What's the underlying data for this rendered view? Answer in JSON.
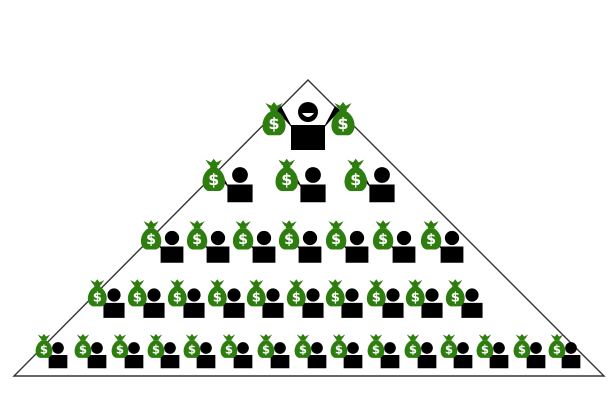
{
  "colors": {
    "outline": "#333333",
    "figure": "#000000",
    "bag": "#2e7d0f",
    "background": "#ffffff"
  },
  "icons": {
    "bag": "money-bag-icon",
    "bag_symbol": "$",
    "person": "person-icon"
  },
  "pyramid": {
    "tiers": [
      {
        "name": "apex",
        "figures": 1,
        "bags_per_figure": 2,
        "pose": "both-arms-up-smiling"
      },
      {
        "name": "tier-2",
        "figures": 3,
        "bags_per_figure": 1,
        "pose": "one-arm-up"
      },
      {
        "name": "tier-3",
        "figures": 7,
        "bags_per_figure": 1,
        "pose": "one-arm-up"
      },
      {
        "name": "tier-4",
        "figures": 10,
        "bags_per_figure": 1,
        "pose": "one-arm-up"
      },
      {
        "name": "tier-5",
        "figures": 15,
        "bags_per_figure": 1,
        "pose": "one-arm-up"
      }
    ]
  }
}
